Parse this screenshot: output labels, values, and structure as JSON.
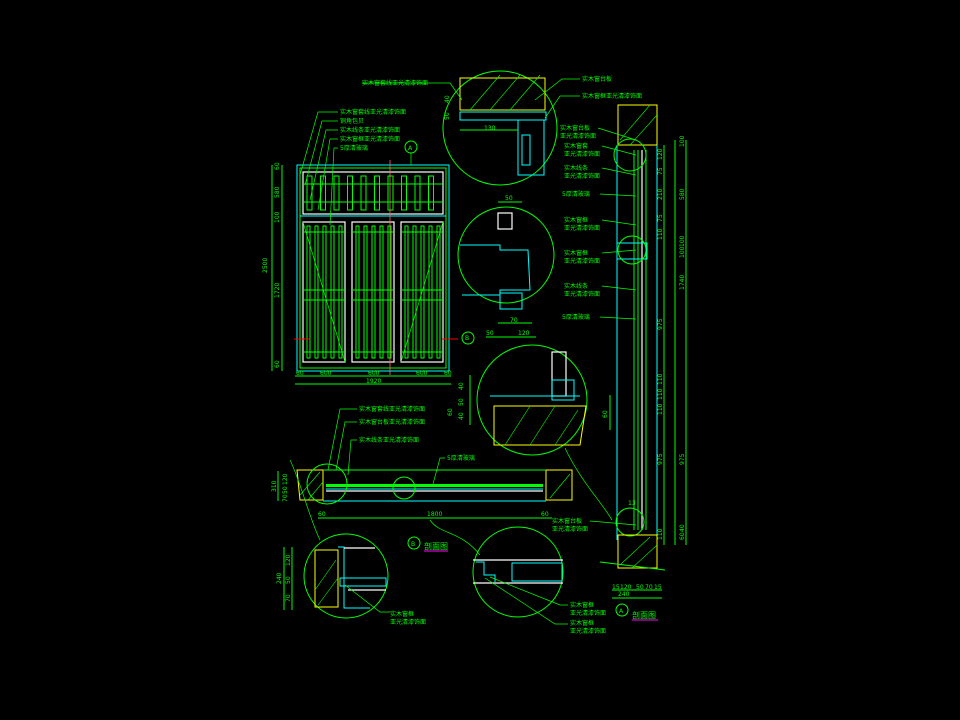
{
  "drawing": {
    "elevation": {
      "callout_A": "A",
      "callout_B": "B",
      "labels": [
        "实木窗套线亚光清漆饰面",
        "铜角包贝",
        "实木线条亚光清漆饰面",
        "实木窗框亚光清漆饰面",
        "5厚清玻璃"
      ],
      "dims_vertical": [
        "60",
        "580",
        "100",
        "1720",
        "60"
      ],
      "dim_total_height": "2500",
      "dims_horizontal": [
        "60",
        "600",
        "600",
        "600",
        "60"
      ],
      "dim_total_width": "1920"
    },
    "detail_top": {
      "labels": [
        "实木窗套线亚光清漆饰面",
        "实木窗台板",
        "实木窗框亚光清漆饰面"
      ],
      "dims": [
        "130",
        "40",
        "50"
      ]
    },
    "detail_mullion": {
      "dims": [
        "50",
        "70"
      ]
    },
    "detail_sill": {
      "dims": [
        "50",
        "120",
        "40",
        "50",
        "60",
        "40",
        "60"
      ]
    },
    "section_A": {
      "callout": "A",
      "title": "剖面图",
      "labels": [
        [
          "实木窗台板",
          "亚光清漆饰面"
        ],
        [
          "实木窗套",
          "亚光清漆饰面"
        ],
        [
          "实木线条",
          "亚光清漆饰面"
        ],
        [
          "5厚清玻璃"
        ],
        [
          "实木窗框",
          "亚光清漆饰面"
        ],
        [
          "实木窗框",
          "亚光清漆饰面"
        ],
        [
          "实木线条",
          "亚光清漆饰面"
        ],
        [
          "5厚清玻璃"
        ],
        [
          "实木窗台板",
          "亚光清漆饰面"
        ]
      ],
      "dims_right": [
        "100",
        "580",
        "100",
        "100",
        "1740",
        "975",
        "40",
        "60"
      ],
      "dims_inner": [
        "120",
        "75",
        "210",
        "75",
        "110",
        "975",
        "110",
        "110",
        "110",
        "975",
        "110"
      ],
      "dim_small": "13",
      "dims_bottom": [
        "15",
        "120",
        "50",
        "70",
        "15"
      ],
      "dim_bottom_total": "240"
    },
    "section_B": {
      "callout": "B",
      "title": "剖面图",
      "labels": [
        "实木窗套线亚光清漆饰面",
        "实木窗台板亚光清漆饰面",
        "实木线条亚光清漆饰面",
        "5厚清玻璃"
      ],
      "dims_left": [
        "310",
        "120",
        "50",
        "70"
      ],
      "dims_bottom": [
        "60",
        "1800",
        "60"
      ]
    },
    "detail_bottom_left": {
      "labels": [
        "实木窗框",
        "亚光清漆饰面"
      ],
      "dims": [
        "240",
        "120",
        "50",
        "70"
      ]
    },
    "detail_bottom_mid": {
      "labels": [
        [
          "实木窗框",
          "亚光清漆饰面"
        ],
        [
          "实木窗框",
          "亚光清漆饰面"
        ]
      ]
    },
    "colors": {
      "line": "#00ff00",
      "frame": "#00ffff",
      "glass": "#ffffff",
      "sill": "#ffff00",
      "title_underline": "#ff00ff",
      "axis": "#ff0000"
    }
  }
}
